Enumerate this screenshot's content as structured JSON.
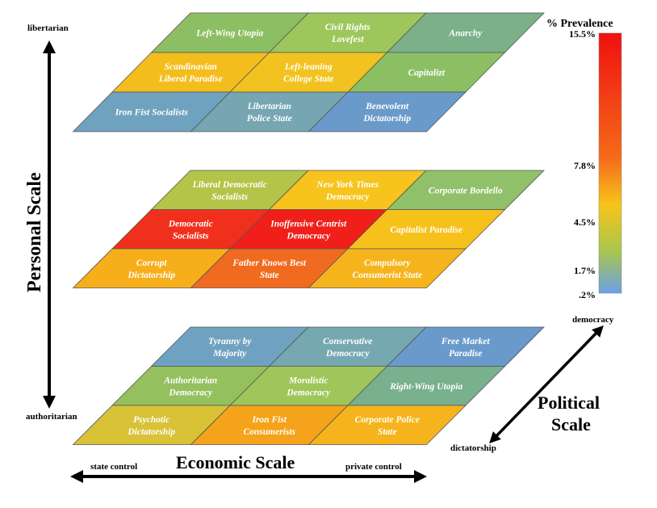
{
  "levels": [
    {
      "name": "top",
      "rows": [
        [
          {
            "lines": [
              "Left-Wing Utopia"
            ],
            "color": "#8cbf64"
          },
          {
            "lines": [
              "Civil Rights",
              "Lovefest"
            ],
            "color": "#9dc75a"
          },
          {
            "lines": [
              "Anarchy"
            ],
            "color": "#7bb089"
          }
        ],
        [
          {
            "lines": [
              "Scandinavian",
              "Liberal Paradise"
            ],
            "color": "#f4bd1e"
          },
          {
            "lines": [
              "Left-leaning",
              "College State"
            ],
            "color": "#f2c320"
          },
          {
            "lines": [
              "Capitalizt"
            ],
            "color": "#8cbf64"
          }
        ],
        [
          {
            "lines": [
              "Iron Fist Socialists"
            ],
            "color": "#6fa2be"
          },
          {
            "lines": [
              "Libertarian",
              "Police State"
            ],
            "color": "#75a6b2"
          },
          {
            "lines": [
              "Benevolent",
              "Dictatorship"
            ],
            "color": "#6a9ac9"
          }
        ]
      ]
    },
    {
      "name": "middle",
      "rows": [
        [
          {
            "lines": [
              "Liberal Democratic",
              "Socialists"
            ],
            "color": "#b4c448"
          },
          {
            "lines": [
              "New York Times",
              "Democracy"
            ],
            "color": "#f6c41c"
          },
          {
            "lines": [
              "Corporate Bordello"
            ],
            "color": "#90c06a"
          }
        ],
        [
          {
            "lines": [
              "Democratic",
              "Socialists"
            ],
            "color": "#f0301c"
          },
          {
            "lines": [
              "Inoffensive Centrist",
              "Democracy"
            ],
            "color": "#f01f1a"
          },
          {
            "lines": [
              "Capitalist Paradise"
            ],
            "color": "#f7c11b"
          }
        ],
        [
          {
            "lines": [
              "Corrupt",
              "Dictatorship"
            ],
            "color": "#f6ae1a"
          },
          {
            "lines": [
              "Father Knows Best",
              "State"
            ],
            "color": "#f06b1f"
          },
          {
            "lines": [
              "Compulsory",
              "Consumerist State"
            ],
            "color": "#f6b41c"
          }
        ]
      ]
    },
    {
      "name": "bottom",
      "rows": [
        [
          {
            "lines": [
              "Tyranny by",
              "Majority"
            ],
            "color": "#6ea2c0"
          },
          {
            "lines": [
              "Conservative",
              "Democracy"
            ],
            "color": "#76a8b0"
          },
          {
            "lines": [
              "Free Market",
              "Paradise"
            ],
            "color": "#6a9acb"
          }
        ],
        [
          {
            "lines": [
              "Authoritarian",
              "Democracy"
            ],
            "color": "#94c05e"
          },
          {
            "lines": [
              "Moralistic",
              "Democracy"
            ],
            "color": "#9ec65a"
          },
          {
            "lines": [
              "Right-Wing Utopia"
            ],
            "color": "#79b08e"
          }
        ],
        [
          {
            "lines": [
              "Psychotic",
              "Dictatorship"
            ],
            "color": "#d8c236"
          },
          {
            "lines": [
              "Iron Fist",
              "Consumerists"
            ],
            "color": "#f5a31a"
          },
          {
            "lines": [
              "Corporate Police",
              "State"
            ],
            "color": "#f6b41c"
          }
        ]
      ]
    }
  ],
  "axes": {
    "personal": {
      "label": "Personal  Scale",
      "top": "libertarian",
      "bottom": "authoritarian"
    },
    "economic": {
      "label": "Economic Scale",
      "left": "state control",
      "right": "private control"
    },
    "political": {
      "label_line1": "Political",
      "label_line2": "Scale",
      "top": "democracy",
      "bottom": "dictatorship"
    }
  },
  "legend": {
    "title": "% Prevalence",
    "ticks": [
      {
        "label": "15.5%",
        "value": 15.5
      },
      {
        "label": "7.8%",
        "value": 7.8
      },
      {
        "label": "4.5%",
        "value": 4.5
      },
      {
        "label": "1.7%",
        "value": 1.7
      },
      {
        "label": ".2%",
        "value": 0.2
      }
    ],
    "colors": [
      "#f01010",
      "#f56a1a",
      "#f7c41b",
      "#a8c64e",
      "#6aa0e8"
    ]
  }
}
